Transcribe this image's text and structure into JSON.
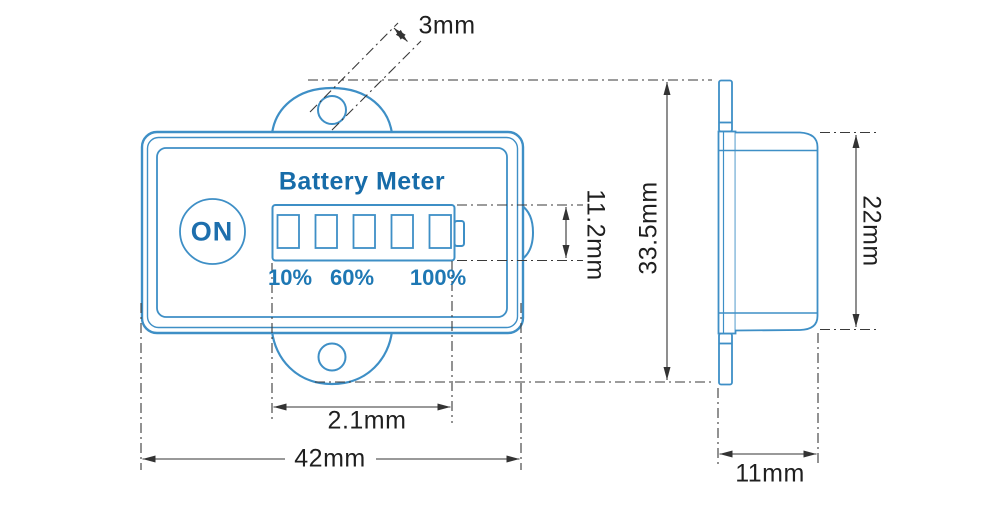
{
  "drawing_type": "battery-meter-dimension-drawing",
  "front_view": {
    "title": "Battery Meter",
    "power_button": "ON",
    "scale_labels": [
      "10%",
      "60%",
      "100%"
    ],
    "gauge_cells": 5
  },
  "dimensions": {
    "mounting_hole_diameter": "3mm",
    "gauge_height": "11.2mm",
    "overall_height": "33.5mm",
    "body_height": "22mm",
    "gauge_width": "2.1mm",
    "overall_width": "42mm",
    "body_depth": "11mm"
  },
  "colors": {
    "outline_blue": "#3e8fc6",
    "label_blue": "#1e6fad",
    "dimension_dark": "#333333",
    "background": "#ffffff"
  }
}
